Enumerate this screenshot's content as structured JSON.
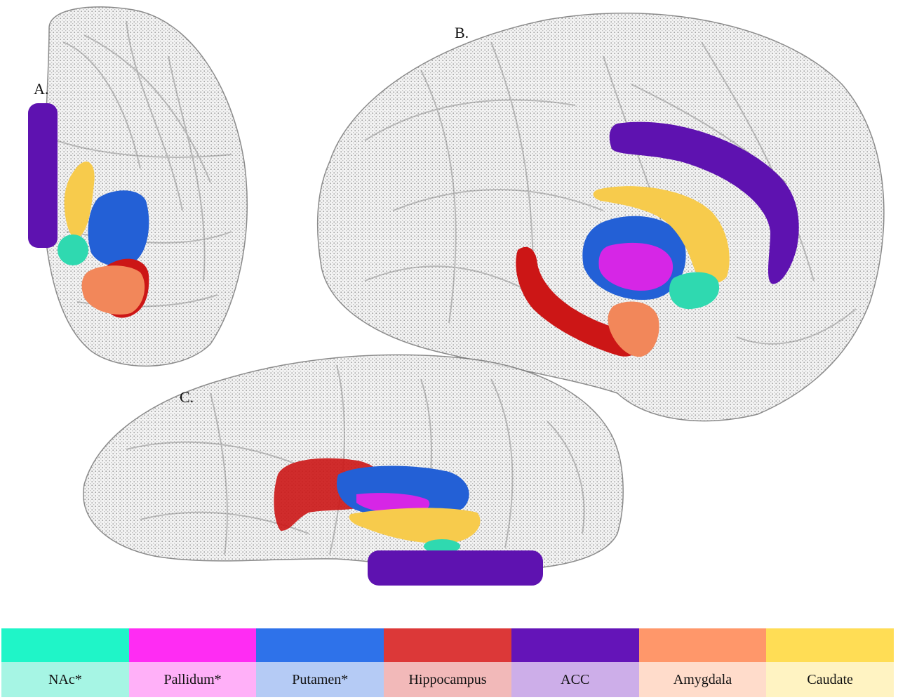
{
  "panels": {
    "a": "A.",
    "b": "B.",
    "c": "C."
  },
  "legend": [
    {
      "label": "NAc*",
      "color": "#1ff5c8",
      "tint": "#a6f5e4"
    },
    {
      "label": "Pallidum*",
      "color": "#ff2cf3",
      "tint": "#ffb0f8"
    },
    {
      "label": "Putamen*",
      "color": "#2e72ea",
      "tint": "#b5cbf5"
    },
    {
      "label": "Hippocampus",
      "color": "#dc3838",
      "tint": "#f2b9b9"
    },
    {
      "label": "ACC",
      "color": "#6414b8",
      "tint": "#cdaee9"
    },
    {
      "label": "Amygdala",
      "color": "#ff976a",
      "tint": "#ffdccb"
    },
    {
      "label": "Caudate",
      "color": "#ffdd55",
      "tint": "#fff3c2"
    }
  ],
  "structure_colors": {
    "nac": "#2fd9b0",
    "pallidum": "#d626e6",
    "putamen": "#2360d6",
    "hippocampus": "#cc1616",
    "acc": "#5e12b0",
    "amygdala": "#f2875a",
    "caudate": "#f7cb4c",
    "brain_mesh": "#9a9a9a"
  }
}
